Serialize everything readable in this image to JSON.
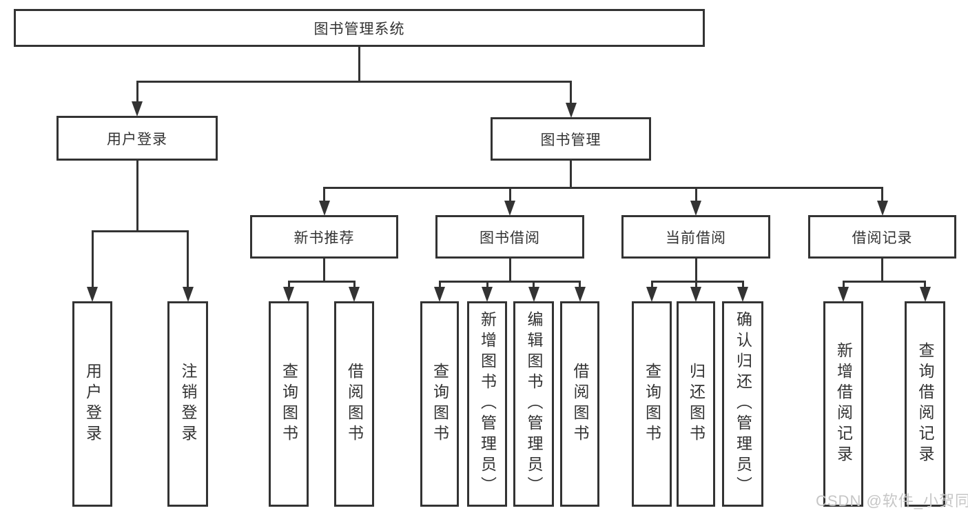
{
  "diagram": {
    "type": "hierarchy-diagram",
    "tree": {
      "id": "root",
      "label": "图书管理系统",
      "children": [
        {
          "id": "user-login",
          "label": "用户登录",
          "children": [
            {
              "id": "user-login-leaf",
              "label": "用户登录"
            },
            {
              "id": "logout-leaf",
              "label": "注销登录"
            }
          ]
        },
        {
          "id": "book-mgmt",
          "label": "图书管理",
          "children": [
            {
              "id": "new-book-rec",
              "label": "新书推荐",
              "children": [
                {
                  "id": "query-book-1",
                  "label": "查询图书"
                },
                {
                  "id": "borrow-book-1",
                  "label": "借阅图书"
                }
              ]
            },
            {
              "id": "book-borrow",
              "label": "图书借阅",
              "children": [
                {
                  "id": "query-book-2",
                  "label": "查询图书"
                },
                {
                  "id": "add-book",
                  "label": "新增图书（管理员）"
                },
                {
                  "id": "edit-book",
                  "label": "编辑图书（管理员）"
                },
                {
                  "id": "borrow-book-2",
                  "label": "借阅图书"
                }
              ]
            },
            {
              "id": "current-borrow",
              "label": "当前借阅",
              "children": [
                {
                  "id": "query-book-3",
                  "label": "查询图书"
                },
                {
                  "id": "return-book",
                  "label": "归还图书"
                },
                {
                  "id": "confirm-return",
                  "label": "确认归还（管理员）"
                }
              ]
            },
            {
              "id": "borrow-records",
              "label": "借阅记录",
              "children": [
                {
                  "id": "add-borrow-record",
                  "label": "新增借阅记录"
                },
                {
                  "id": "query-borrow-record",
                  "label": "查询借阅记录"
                }
              ]
            }
          ]
        }
      ]
    }
  },
  "watermark": {
    "text": "CSDN @软件_小贺同学"
  },
  "colors": {
    "line": "#333333",
    "text": "#333333",
    "watermark": "#c6c6c6",
    "background": "#ffffff"
  }
}
